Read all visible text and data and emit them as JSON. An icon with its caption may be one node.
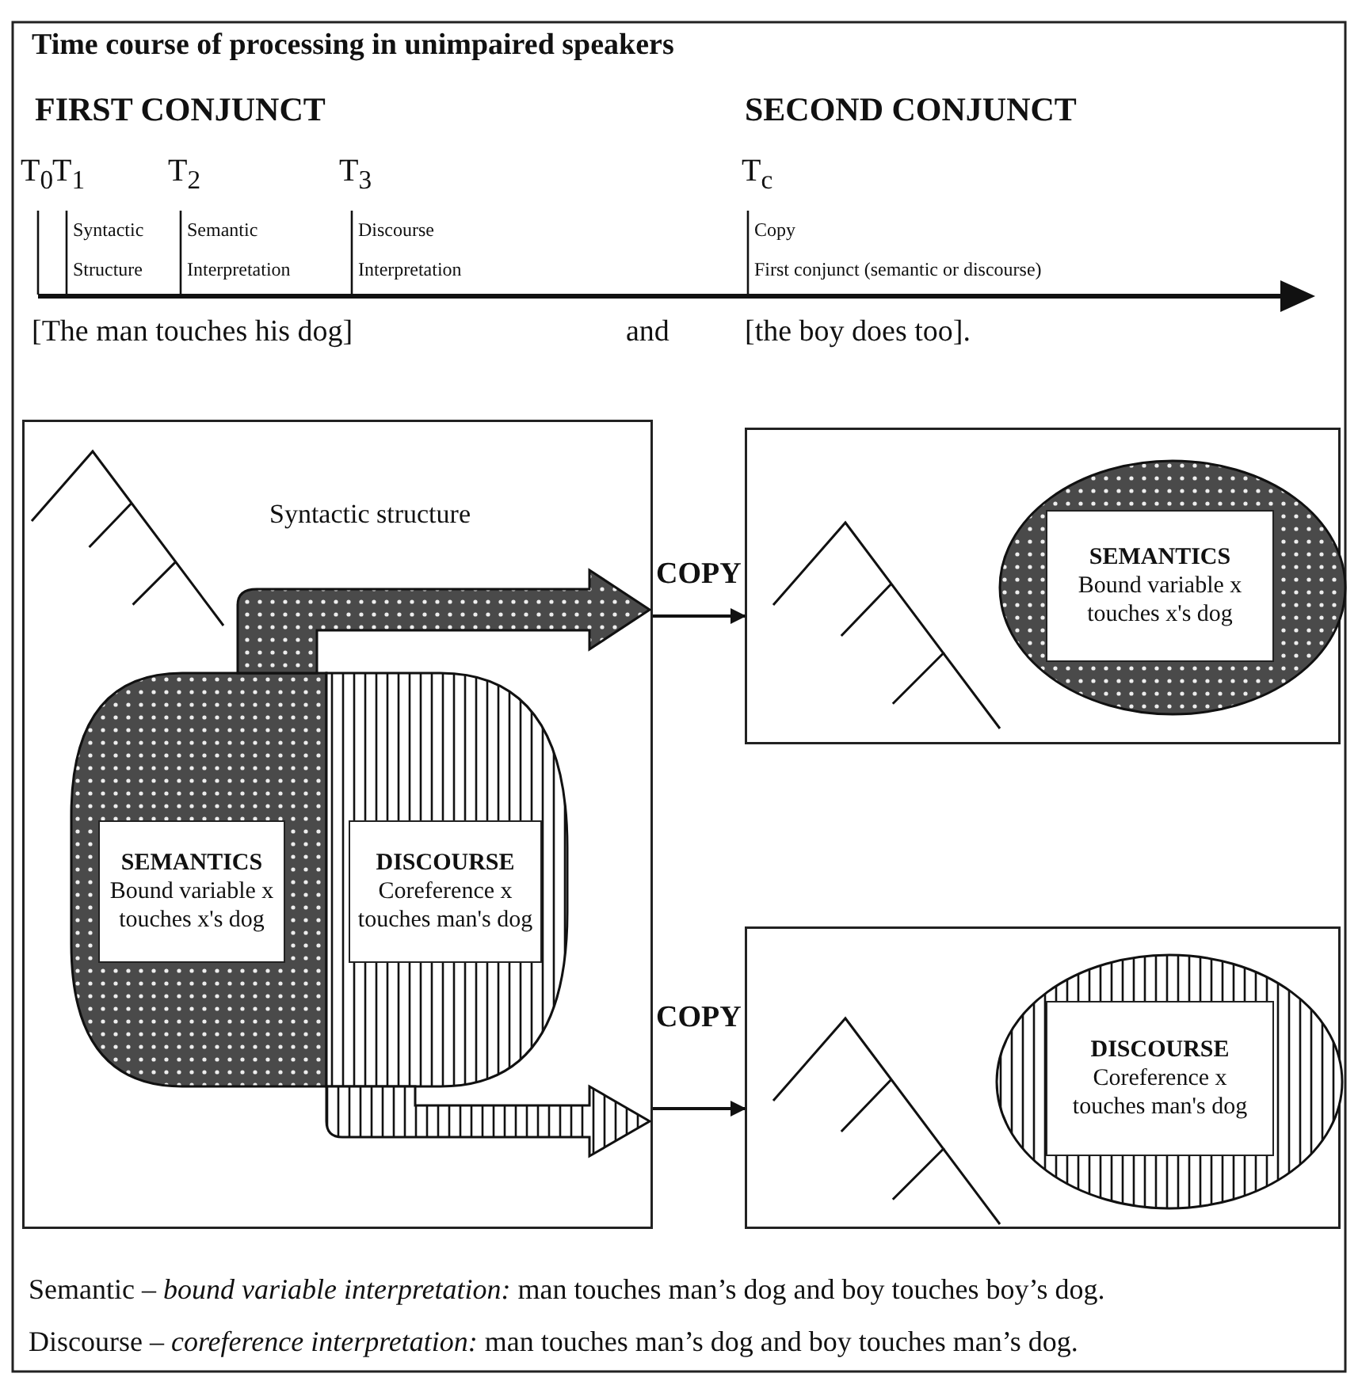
{
  "diagram": {
    "title": "Time course of processing in unimpaired speakers",
    "nodes": [
      {
        "text": [],
        "shape": "box"
      },
      {
        "text": [],
        "shape": "box",
        "in": 0
      },
      {
        "text": [
          "SEMANTICS",
          "Bound variable x touches x's dog"
        ],
        "in": 1
      },
      {
        "text": [],
        "shape": "box",
        "in": 0
      },
      {
        "text": [
          "DISCOURSE",
          "Coreference x touches man's dog"
        ],
        "in": 3
      },
      {
        "text": [],
        "shape": "box"
      },
      {
        "text": [],
        "shape": "ellipse",
        "in": 5
      },
      {
        "text": [
          "SEMANTICS",
          "Bound variable x touches x's dog"
        ],
        "in": 6
      },
      {
        "text": [],
        "shape": "box"
      },
      {
        "text": [],
        "shape": "ellipse",
        "in": 8
      },
      {
        "text": [
          "DISCOURSE",
          "Coreference x touches man's dog"
        ],
        "in": 9
      }
    ],
    "edges": [
      {
        "from": 1,
        "to": null,
        "arrow": "to",
        "style": "thick"
      },
      {
        "from": 0,
        "to": 5,
        "arrow": "to",
        "label": "COPY"
      },
      {
        "from": 3,
        "to": null,
        "arrow": "to",
        "style": "thick"
      },
      {
        "from": 0,
        "to": 8,
        "arrow": "to",
        "label": "COPY"
      }
    ],
    "labels": [
      "FIRST CONJUNCT",
      "SECOND CONJUNCT",
      "T$_{0}$",
      "T$_{1}$",
      "T$_{2}$",
      "T$_{3}$",
      "T$_{c}$",
      "Syntactic Structure",
      "Semantic Interpretation",
      "Discourse Interpretation",
      "Copy",
      "First conjunct (semantic or discourse)",
      "[The man touches his dog]",
      "and",
      "[the boy does too].",
      "Syntactic structure",
      "Semantic – *bound variable interpretation:* man touches man’s dog and boy touches boy’s dog.",
      "Discourse – *coreference interpretation:* man touches man’s dog and boy touches man’s dog."
    ]
  }
}
